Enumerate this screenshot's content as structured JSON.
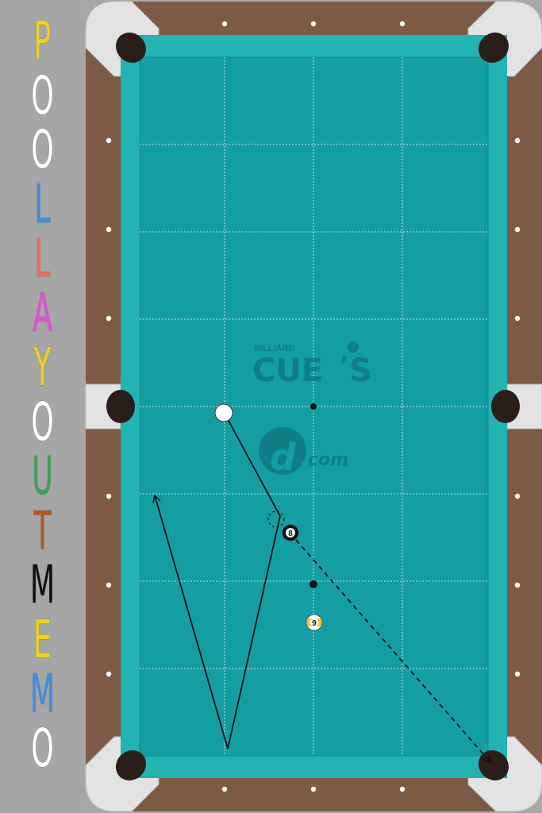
{
  "app_title": "POOL LAYOUT MEMO",
  "title_letters": [
    {
      "char": "P",
      "color": "#f2d21b"
    },
    {
      "char": "O",
      "color": "#ffffff"
    },
    {
      "char": "O",
      "color": "#ffffff"
    },
    {
      "char": "L",
      "color": "#3f8fe0"
    },
    {
      "char": "L",
      "color": "#f06a5a"
    },
    {
      "char": "A",
      "color": "#e64fd8"
    },
    {
      "char": "Y",
      "color": "#f2d21b"
    },
    {
      "char": "O",
      "color": "#ffffff"
    },
    {
      "char": "U",
      "color": "#3fa05a"
    },
    {
      "char": "T",
      "color": "#b9581c"
    },
    {
      "char": "M",
      "color": "#111111"
    },
    {
      "char": "E",
      "color": "#f2d21b"
    },
    {
      "char": "M",
      "color": "#3f8fe0"
    },
    {
      "char": "O",
      "color": "#ffffff"
    }
  ],
  "watermark": {
    "small": "BILLIARD",
    "brand": "CUE",
    "suffix": "S",
    "domain": "com",
    "logo_letter": "d"
  },
  "balls": [
    {
      "name": "cue-ball",
      "label": "",
      "color": "#ffffff"
    },
    {
      "name": "ball-8",
      "label": "8",
      "color": "#111111"
    },
    {
      "name": "ball-9",
      "label": "9",
      "color": "#f2c21b"
    }
  ],
  "colors": {
    "cloth": "#159ea2",
    "cushion": "#22b3b2",
    "rail_wood": "#7d5a45",
    "corner_plate": "#e3e3e3",
    "pocket": "#2a1e1b",
    "grid_line": "#b8e6e6",
    "watermark": "#0f7a80"
  }
}
